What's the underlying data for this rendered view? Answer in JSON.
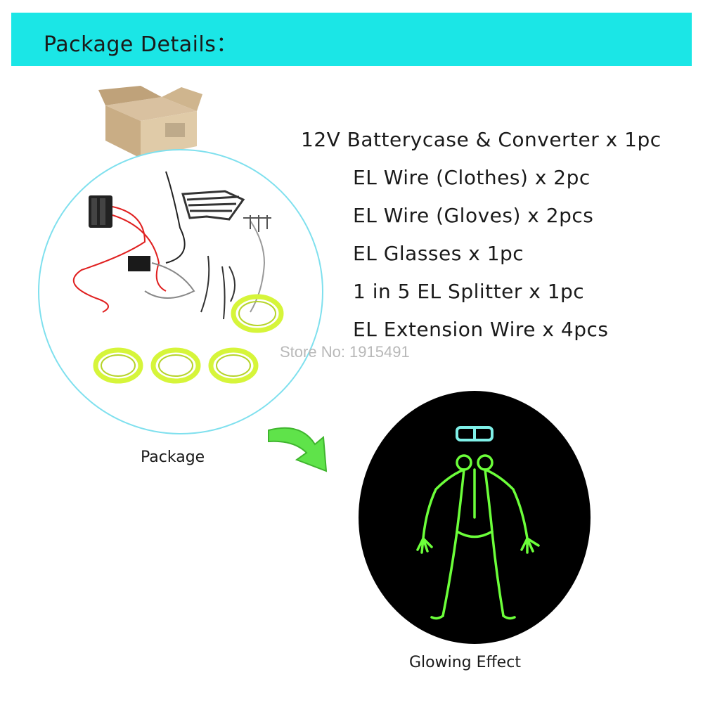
{
  "header": {
    "title": "Package Details："
  },
  "items": [
    "12V Batterycase & Converter x 1pc",
    "EL Wire (Clothes) x 2pc",
    "EL Wire (Gloves) x 2pcs",
    "EL Glasses x 1pc",
    "1 in 5 EL Splitter x 1pc",
    "EL Extension Wire x 4pcs"
  ],
  "watermark": "Store No: 1915491",
  "package_label": "Package",
  "effect_label": "Glowing Effect",
  "colors": {
    "banner": "#1be6e6",
    "circle_border": "#7fe0ee",
    "el_wire_yellow": "#d6f53a",
    "glow_green": "#6cff3a",
    "arrow_green": "#5fe34a"
  }
}
